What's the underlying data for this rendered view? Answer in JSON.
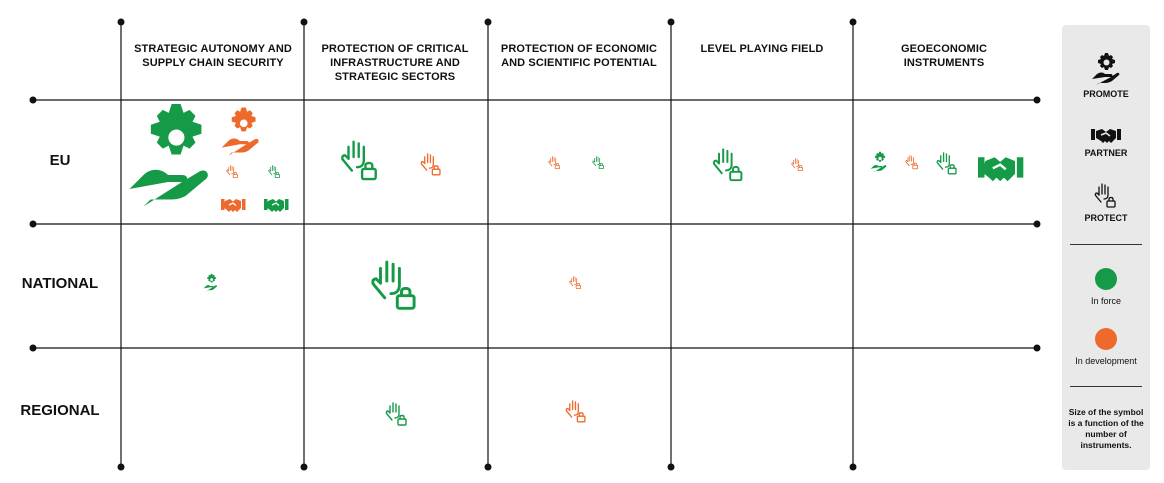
{
  "columns": [
    "STRATEGIC AUTONOMY AND SUPPLY CHAIN SECURITY",
    "PROTECTION OF CRITICAL INFRASTRUCTURE AND STRATEGIC SECTORS",
    "PROTECTION OF ECONOMIC AND SCIENTIFIC POTENTIAL",
    "LEVEL PLAYING FIELD",
    "GEOECONOMIC INSTRUMENTS"
  ],
  "rows": [
    "EU",
    "NATIONAL",
    "REGIONAL"
  ],
  "colors": {
    "in_force": "#159a48",
    "in_development": "#ee6a2c",
    "grid": "#111111",
    "legend_bg": "#e9e9e9"
  },
  "legend": {
    "promote": "PROMOTE",
    "partner": "PARTNER",
    "protect": "PROTECT",
    "in_force": "In force",
    "in_development": "In development",
    "note": "Size of the symbol is a function of the number of instruments."
  },
  "symbols": [
    {
      "row": 0,
      "col": 0,
      "type": "promote",
      "status": "in_force",
      "size": "large"
    },
    {
      "row": 0,
      "col": 0,
      "type": "promote",
      "status": "in_development",
      "size": "medium"
    },
    {
      "row": 0,
      "col": 0,
      "type": "protect",
      "status": "in_development",
      "size": "tiny"
    },
    {
      "row": 0,
      "col": 0,
      "type": "protect",
      "status": "in_force",
      "size": "tiny"
    },
    {
      "row": 0,
      "col": 0,
      "type": "partner",
      "status": "in_development",
      "size": "small"
    },
    {
      "row": 0,
      "col": 0,
      "type": "partner",
      "status": "in_force",
      "size": "small"
    },
    {
      "row": 0,
      "col": 1,
      "type": "protect",
      "status": "in_force",
      "size": "medium"
    },
    {
      "row": 0,
      "col": 1,
      "type": "protect",
      "status": "in_development",
      "size": "small"
    },
    {
      "row": 0,
      "col": 2,
      "type": "protect",
      "status": "in_development",
      "size": "tiny"
    },
    {
      "row": 0,
      "col": 2,
      "type": "protect",
      "status": "in_force",
      "size": "tiny"
    },
    {
      "row": 0,
      "col": 3,
      "type": "protect",
      "status": "in_force",
      "size": "medium"
    },
    {
      "row": 0,
      "col": 3,
      "type": "protect",
      "status": "in_development",
      "size": "tiny"
    },
    {
      "row": 0,
      "col": 4,
      "type": "promote",
      "status": "in_force",
      "size": "tiny"
    },
    {
      "row": 0,
      "col": 4,
      "type": "protect",
      "status": "in_development",
      "size": "tiny"
    },
    {
      "row": 0,
      "col": 4,
      "type": "protect",
      "status": "in_force",
      "size": "small"
    },
    {
      "row": 0,
      "col": 4,
      "type": "partner",
      "status": "in_force",
      "size": "medium"
    },
    {
      "row": 1,
      "col": 0,
      "type": "promote",
      "status": "in_force",
      "size": "tiny"
    },
    {
      "row": 1,
      "col": 1,
      "type": "protect",
      "status": "in_force",
      "size": "large"
    },
    {
      "row": 1,
      "col": 2,
      "type": "protect",
      "status": "in_development",
      "size": "tiny"
    },
    {
      "row": 2,
      "col": 1,
      "type": "protect",
      "status": "in_force",
      "size": "small"
    },
    {
      "row": 2,
      "col": 2,
      "type": "protect",
      "status": "in_development",
      "size": "small"
    }
  ]
}
